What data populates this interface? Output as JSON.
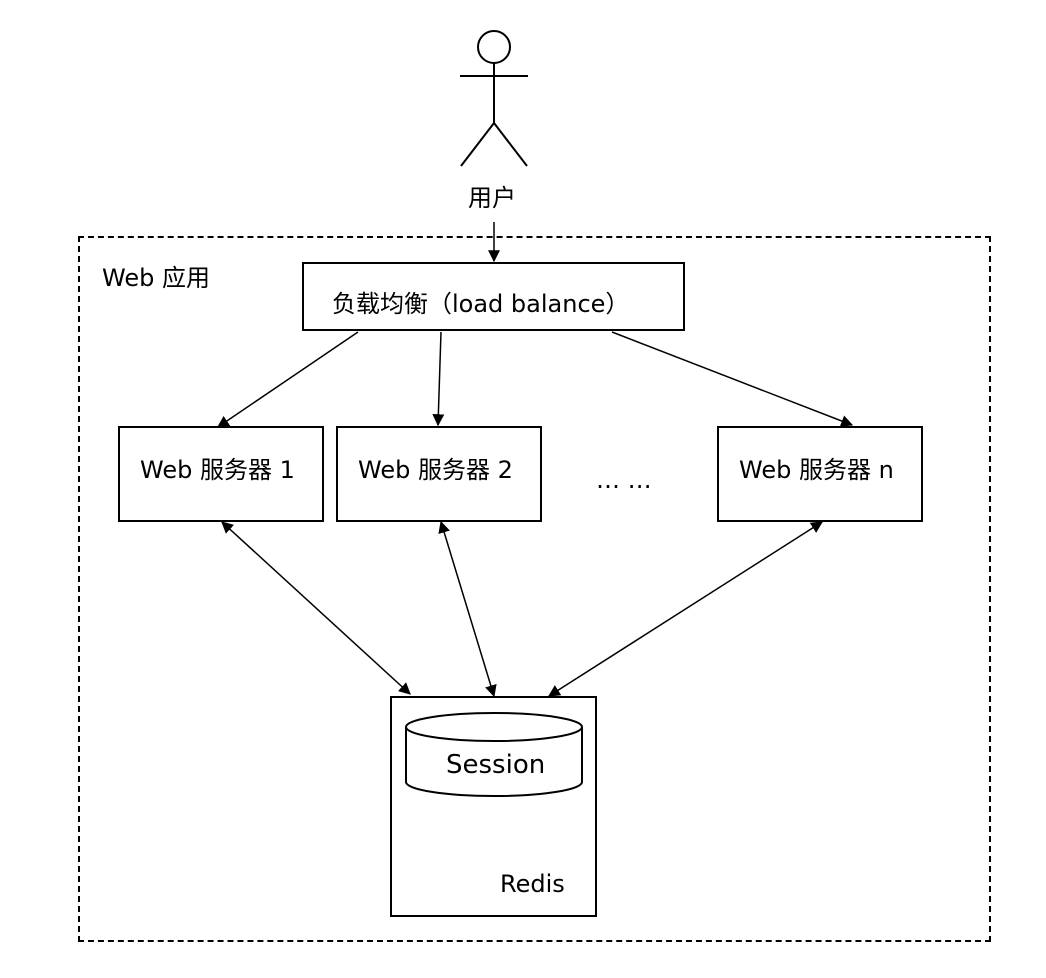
{
  "user_label": "用户",
  "app_group_label": "Web 应用",
  "load_balancer_label": "负载均衡（load balance）",
  "servers": [
    {
      "label": "Web 服务器 1"
    },
    {
      "label": "Web 服务器 2"
    },
    {
      "label": "Web 服务器 n"
    }
  ],
  "ellipsis": "… …",
  "session_label": "Session",
  "redis_label": "Redis"
}
